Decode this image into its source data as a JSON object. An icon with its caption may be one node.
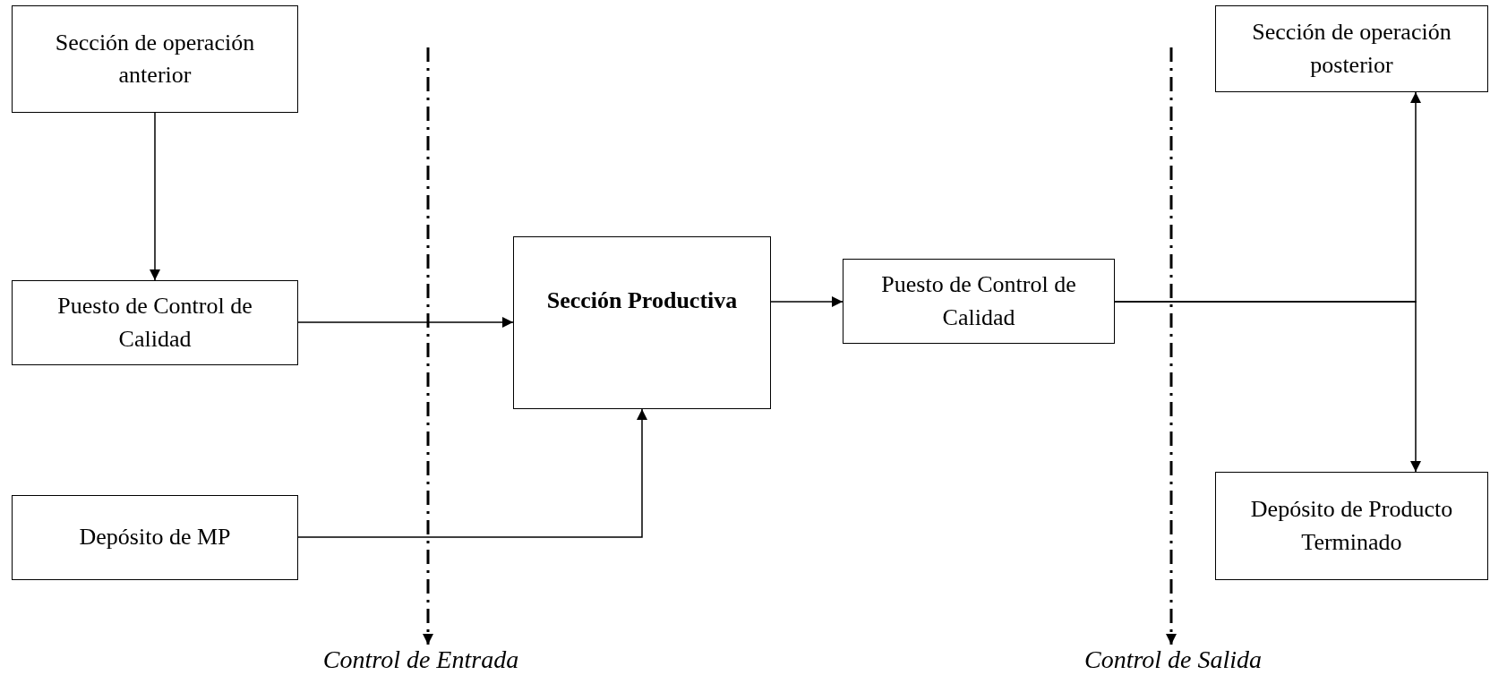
{
  "diagram": {
    "nodes": [
      {
        "text": [
          "Sección de operación anterior"
        ]
      },
      {
        "text": [
          "Puesto de Control de Calidad"
        ]
      },
      {
        "text": [
          "Depósito de MP"
        ]
      },
      {
        "text": [
          "Sección Productiva"
        ]
      },
      {
        "text": [
          "Puesto de Control de Calidad"
        ]
      },
      {
        "text": [
          "Sección de operación posterior"
        ]
      },
      {
        "text": [
          "Depósito de Producto Terminado"
        ]
      },
      {
        "text": [
          "Control de Entrada"
        ]
      },
      {
        "text": [
          "Control de Salida"
        ]
      }
    ],
    "edges": [
      {
        "from": 0,
        "to": 1,
        "arrow": "to"
      },
      {
        "from": 1,
        "to": 3,
        "arrow": "to"
      },
      {
        "from": 2,
        "to": 3,
        "arrow": "to"
      },
      {
        "from": 3,
        "to": 4,
        "arrow": "to"
      },
      {
        "from": 4,
        "to": 5,
        "arrow": "to"
      },
      {
        "from": 4,
        "to": 6,
        "arrow": "to"
      },
      {
        "from": null,
        "to": 7,
        "arrow": "to",
        "style": "dashed"
      },
      {
        "from": null,
        "to": 8,
        "arrow": "to",
        "style": "dashed"
      }
    ]
  }
}
